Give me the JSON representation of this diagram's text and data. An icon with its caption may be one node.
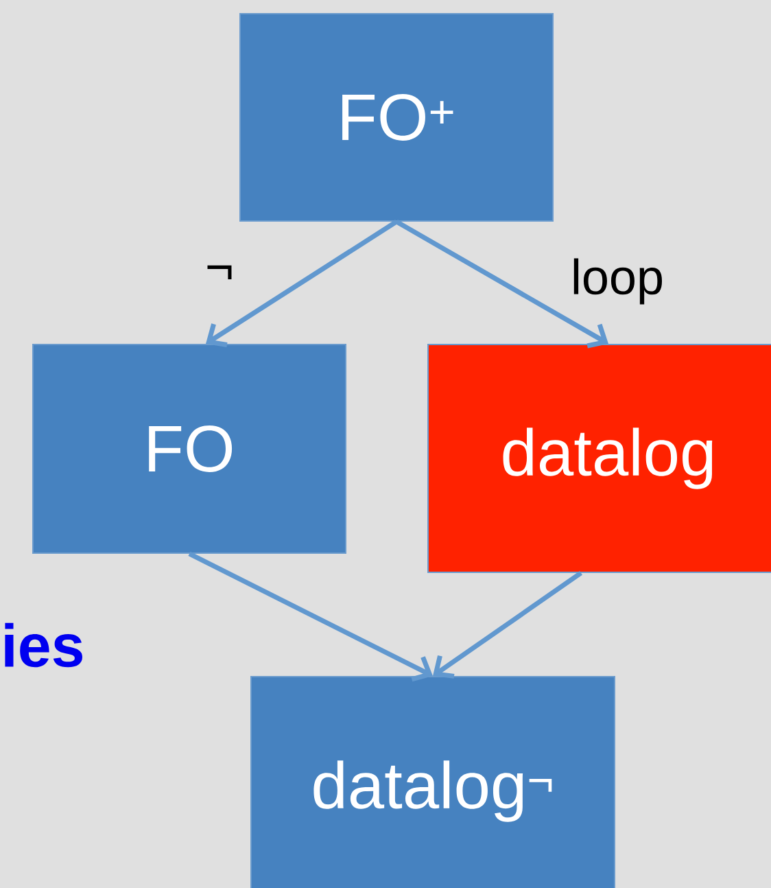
{
  "diagram": {
    "nodes": [
      {
        "text": [
          "FO$^{+}$"
        ]
      },
      {
        "text": [
          "FO"
        ]
      },
      {
        "text": [
          "datalog"
        ]
      },
      {
        "text": [
          "datalog$^{¬}$"
        ]
      }
    ],
    "edges": [
      {
        "from": 0,
        "to": 1,
        "arrow": "to",
        "label": "¬"
      },
      {
        "from": 0,
        "to": 2,
        "arrow": "to",
        "label": "loop"
      },
      {
        "from": 1,
        "to": 3,
        "arrow": "to"
      },
      {
        "from": 2,
        "to": 3,
        "arrow": "to"
      }
    ],
    "labels": [
      "ies"
    ]
  }
}
